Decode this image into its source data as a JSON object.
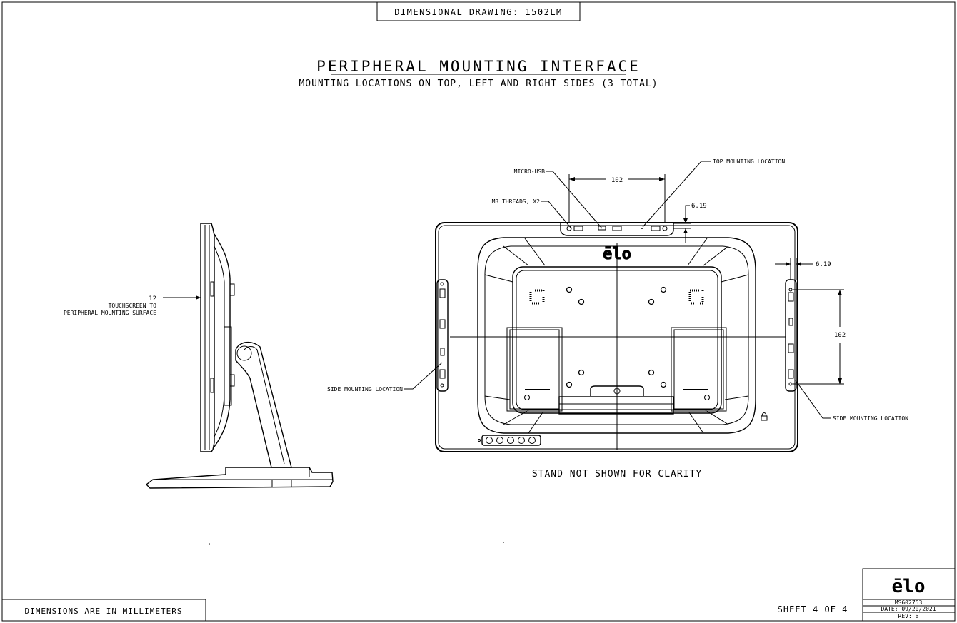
{
  "title_box": "DIMENSIONAL DRAWING: 1502LM",
  "heading": "PERIPHERAL MOUNTING INTERFACE",
  "subheading": "MOUNTING LOCATIONS ON TOP, LEFT AND RIGHT SIDES (3 TOTAL)",
  "side_view": {
    "dim_value": "12",
    "dim_line1": "TOUCHSCREEN TO",
    "dim_line2": "PERIPHERAL MOUNTING SURFACE"
  },
  "rear_view": {
    "micro_usb": "MICRO-USB",
    "m3_threads": "M3 THREADS, X2",
    "top_dim": "102",
    "top_mount": "TOP MOUNTING LOCATION",
    "top_offset": "6.19",
    "right_offset": "6.19",
    "right_dim": "102",
    "side_mount_left": "SIDE MOUNTING LOCATION",
    "side_mount_right": "SIDE MOUNTING LOCATION",
    "logo": "ēlo",
    "caption": "STAND NOT SHOWN FOR CLARITY"
  },
  "footer": {
    "units": "DIMENSIONS ARE IN MILLIMETERS",
    "sheet": "SHEET 4 OF 4",
    "logo": "ēlo",
    "doc_no": "MS602753",
    "date": "DATE: 09/20/2021",
    "rev": "REV: B"
  }
}
